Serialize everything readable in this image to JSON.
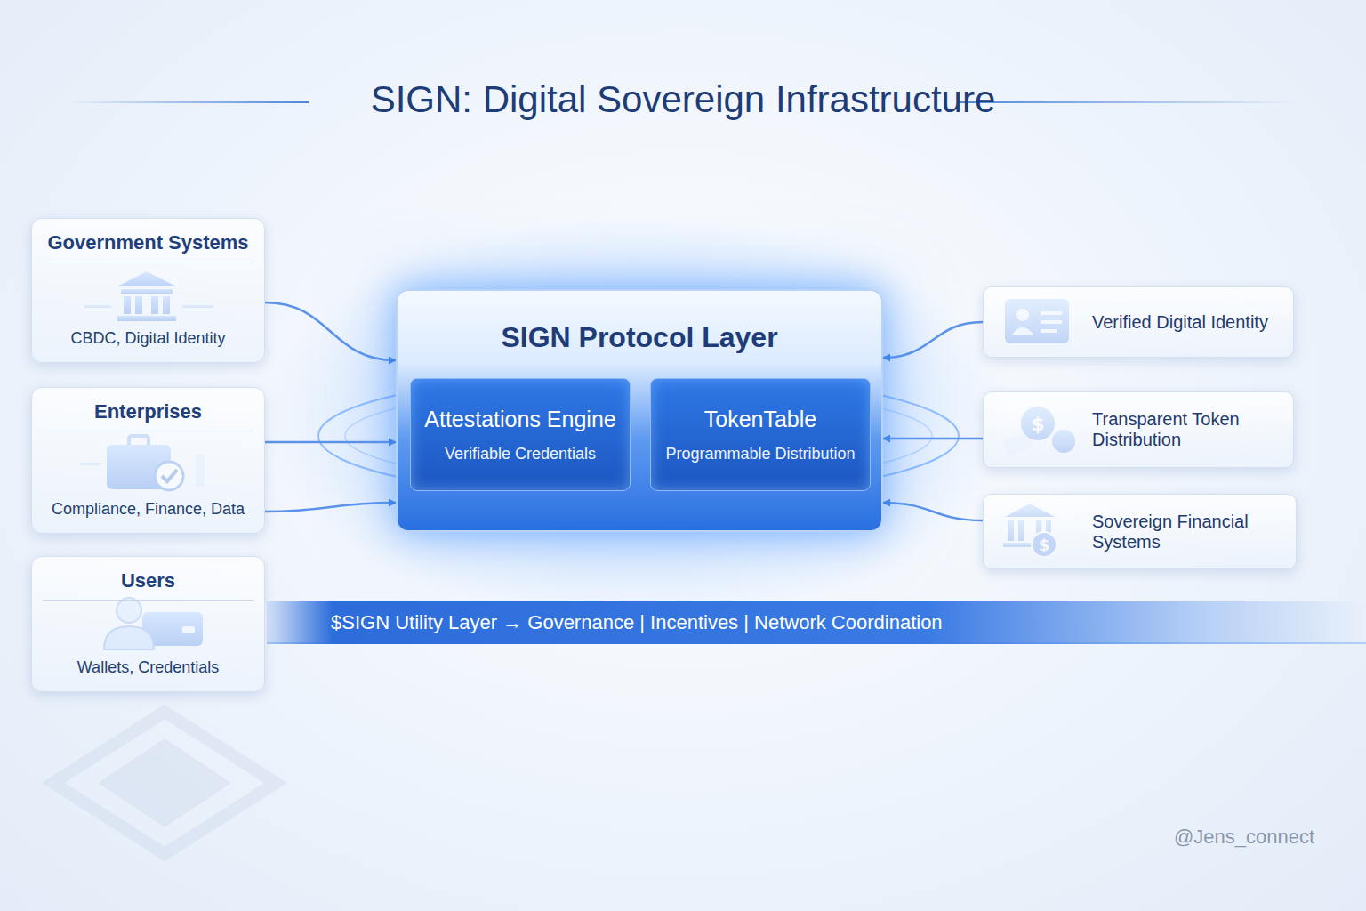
{
  "diagram": {
    "title": "SIGN: Digital Sovereign Infrastructure",
    "nodes": [
      {
        "text": [
          "Government Systems",
          "CBDC, Digital Identity"
        ]
      },
      {
        "text": [
          "Enterprises",
          "Compliance, Finance, Data"
        ]
      },
      {
        "text": [
          "Users",
          "Wallets, Credentials"
        ]
      },
      {
        "text": [
          "SIGN Protocol Layer"
        ]
      },
      {
        "text": [
          "Attestations Engine",
          "Verifiable Credentials"
        ],
        "in": 3
      },
      {
        "text": [
          "TokenTable",
          "Programmable Distribution"
        ],
        "in": 3
      },
      {
        "text": [
          "Verified Digital Identity"
        ]
      },
      {
        "text": [
          "Transparent Token Distribution"
        ]
      },
      {
        "text": [
          "Sovereign Financial Systems"
        ]
      },
      {
        "text": [
          "$SIGN Utility Layer → Governance | Incentives | Network Coordination"
        ]
      }
    ],
    "edges": [
      {
        "from": 0,
        "to": 3,
        "arrow": "to"
      },
      {
        "from": 1,
        "to": 3,
        "arrow": "to"
      },
      {
        "from": 1,
        "to": 3,
        "arrow": "to"
      },
      {
        "from": 4,
        "to": 5,
        "arrow": "both"
      },
      {
        "from": 6,
        "to": 3,
        "arrow": "to"
      },
      {
        "from": 7,
        "to": 3,
        "arrow": "to"
      },
      {
        "from": 8,
        "to": 3,
        "arrow": "to"
      }
    ],
    "labels": [
      "@Jens_connect"
    ]
  }
}
